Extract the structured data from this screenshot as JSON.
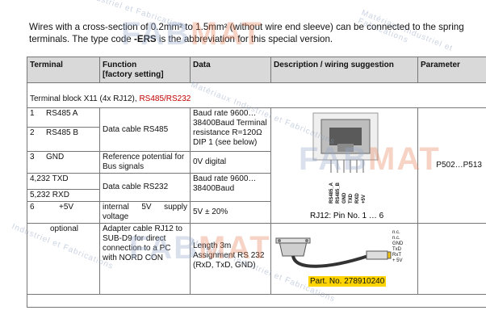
{
  "intro": {
    "line1": "Wires with a cross-section of 0.2mm² to 1.5mm² (without wire end sleeve) can be connected to the spring",
    "line2a": "terminals. The type code ",
    "line2b": "-ERS",
    "line2c": " is the abbreviation for this special version."
  },
  "table": {
    "headers": {
      "terminal": "Terminal",
      "function": "Function",
      "function_sub": "[factory setting]",
      "data": "Data",
      "description": "Description / wiring suggestion",
      "parameter": "Parameter"
    },
    "section": {
      "label": "Terminal block X11 ",
      "count": "(4x RJ12), ",
      "name": "RS485/RS232"
    },
    "rows": [
      {
        "num": "1",
        "term": "RS485 A"
      },
      {
        "num": "2",
        "term": "RS485 B"
      },
      {
        "num": "3",
        "term": "GND",
        "function": "Reference potential for Bus signals",
        "data": "0V digital"
      },
      {
        "term": "4,232 TXD"
      },
      {
        "term": "5,232 RXD"
      },
      {
        "num": "6",
        "term": "+5V",
        "function": "internal 5V supply voltage",
        "data": "5V ± 20%"
      },
      {
        "term": "optional",
        "function": "Adapter cable RJ12 to SUB-D9 for direct connection to a PC with NORD CON",
        "data": "Length 3m Assignment RS 232 (RxD, TxD, GND)"
      }
    ],
    "rs485_function": "Data cable RS485",
    "rs485_data": "Baud rate 9600…38400Baud Terminal resistance R=120Ω DIP 1 (see below)",
    "rs232_function": "Data cable RS232",
    "rs232_data": "Baud rate 9600…38400Baud",
    "parameter": "P502…P513",
    "rj12": {
      "pin_labels": [
        "RS485_A",
        "RS485_B",
        "GND",
        "TXD",
        "RXD",
        "+5V"
      ],
      "caption": "RJ12: Pin No. 1 … 6"
    },
    "cable": {
      "wire_labels": [
        "n.c.",
        "n.c.",
        "GND",
        "TxD",
        "RxT",
        "+ 5V"
      ],
      "part_no": "Part. No. 278910240"
    }
  },
  "watermark": {
    "brand1": "FAB",
    "brand2": "MAT",
    "tagline": "Industriel et Fabrications",
    "tagline2": "Matériaux Industriel et Fabrications"
  }
}
